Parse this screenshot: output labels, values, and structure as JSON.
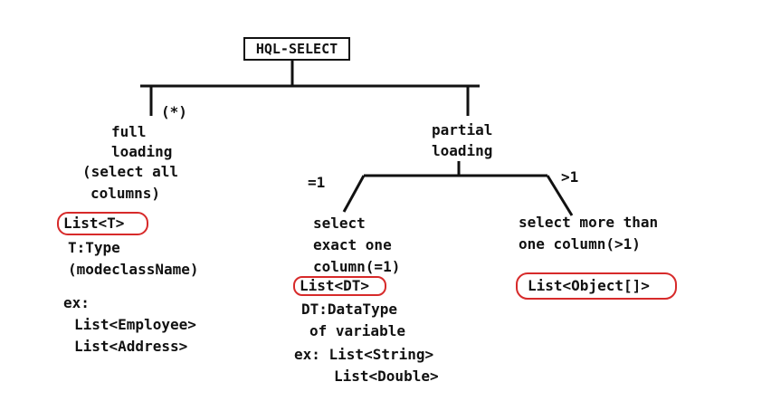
{
  "root": {
    "label": "HQL-SELECT"
  },
  "full": {
    "marker": "(*)",
    "heading": [
      "full",
      "loading",
      "(select all",
      "columns)"
    ],
    "return_type": "List<T>",
    "note": [
      "T:Type",
      "(modeclassName)"
    ],
    "example_label": "ex:",
    "examples": [
      "List<Employee>",
      "List<Address>"
    ]
  },
  "partial": {
    "heading": [
      "partial",
      "loading"
    ],
    "eq_one": {
      "marker": "=1",
      "heading": [
        "select",
        "exact one",
        "column(=1)"
      ],
      "return_type": "List<DT>",
      "note": [
        "DT:DataType",
        "of variable"
      ],
      "examples": [
        "ex: List<String>",
        "List<Double>"
      ]
    },
    "gt_one": {
      "marker": ">1",
      "heading": [
        "select more than",
        "one column(>1)"
      ],
      "return_type": "List<Object[]>"
    }
  },
  "colors": {
    "line": "#111111",
    "highlight": "#d72a2a",
    "background": "#ffffff"
  }
}
